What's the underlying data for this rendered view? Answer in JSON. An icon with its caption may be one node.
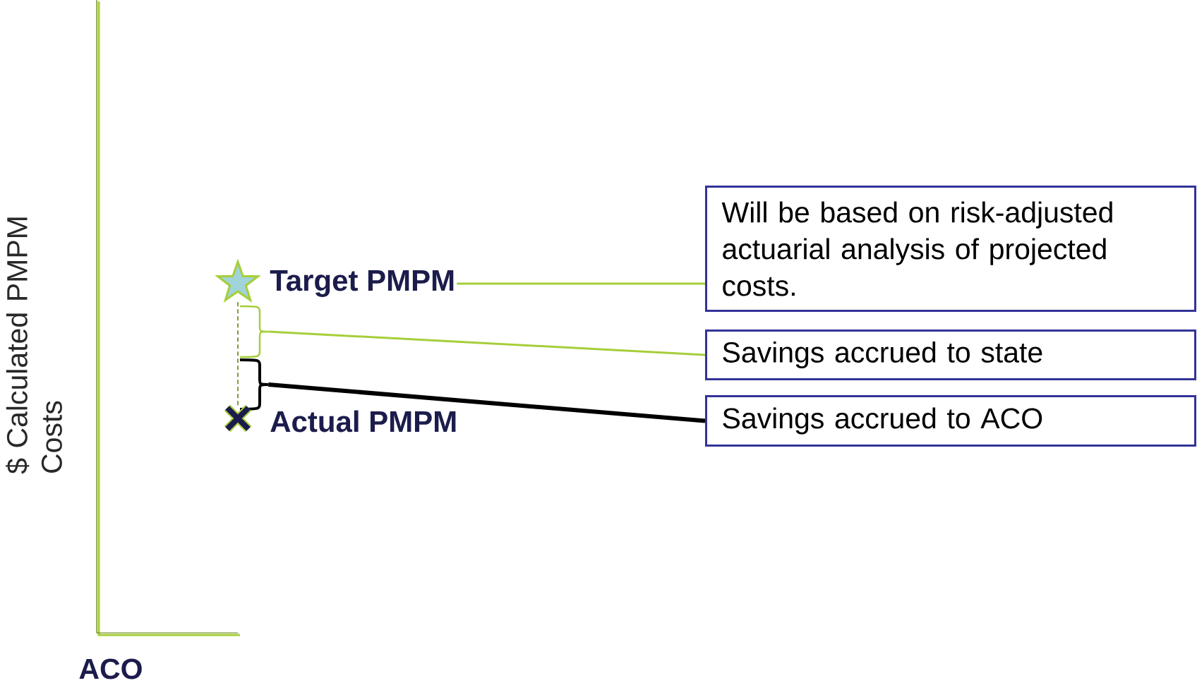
{
  "diagram": {
    "nodes": [
      {
        "text": [
          "Target PMPM"
        ]
      },
      {
        "text": [
          "Will be based on risk-adjusted actuarial analysis of projected costs."
        ]
      },
      {
        "text": [
          "Savings accrued to state"
        ]
      },
      {
        "text": [
          "Savings accrued to ACO"
        ]
      },
      {
        "text": [
          "Actual PMPM"
        ]
      },
      {
        "text": [],
        "shape": "bracket"
      },
      {
        "text": [],
        "shape": "bracket"
      },
      {
        "text": [],
        "shape": "star"
      },
      {
        "text": [],
        "shape": "cross"
      }
    ],
    "edges": [
      {
        "from": 0,
        "to": 1,
        "arrow": "none"
      },
      {
        "from": 5,
        "to": 2,
        "arrow": "none"
      },
      {
        "from": 6,
        "to": 3,
        "arrow": "none",
        "style": "thick",
        "color": "#000000"
      },
      {
        "from": 7,
        "to": 8,
        "arrow": "none",
        "style": "dashed",
        "color": "#5a7a00"
      }
    ],
    "labels": [
      "$ Calculated PMPM Costs",
      "ACO"
    ]
  }
}
